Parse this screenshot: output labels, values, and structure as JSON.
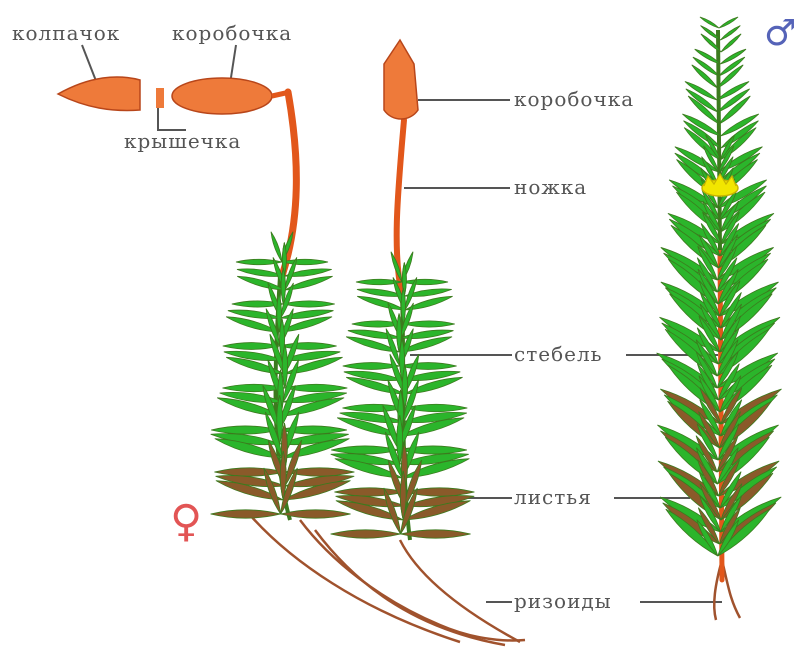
{
  "labels": {
    "cap": "колпачок",
    "capsule_left": "коробочка",
    "lid": "крышечка",
    "capsule_right": "коробочка",
    "stalk": "ножка",
    "stem": "стебель",
    "leaves": "листья",
    "rhizoids": "ризоиды"
  },
  "symbols": {
    "female": "♀",
    "male": "♂"
  },
  "colors": {
    "label_text": "#555555",
    "leaf_green": "#2bb52b",
    "leaf_dark": "#3c7a1e",
    "leaf_brown": "#8a5a2a",
    "stem_orange": "#e2571b",
    "capsule_orange": "#ee7a3a",
    "flower_yellow": "#f2e600",
    "female_symbol": "#e25555",
    "male_symbol": "#5563b8"
  }
}
